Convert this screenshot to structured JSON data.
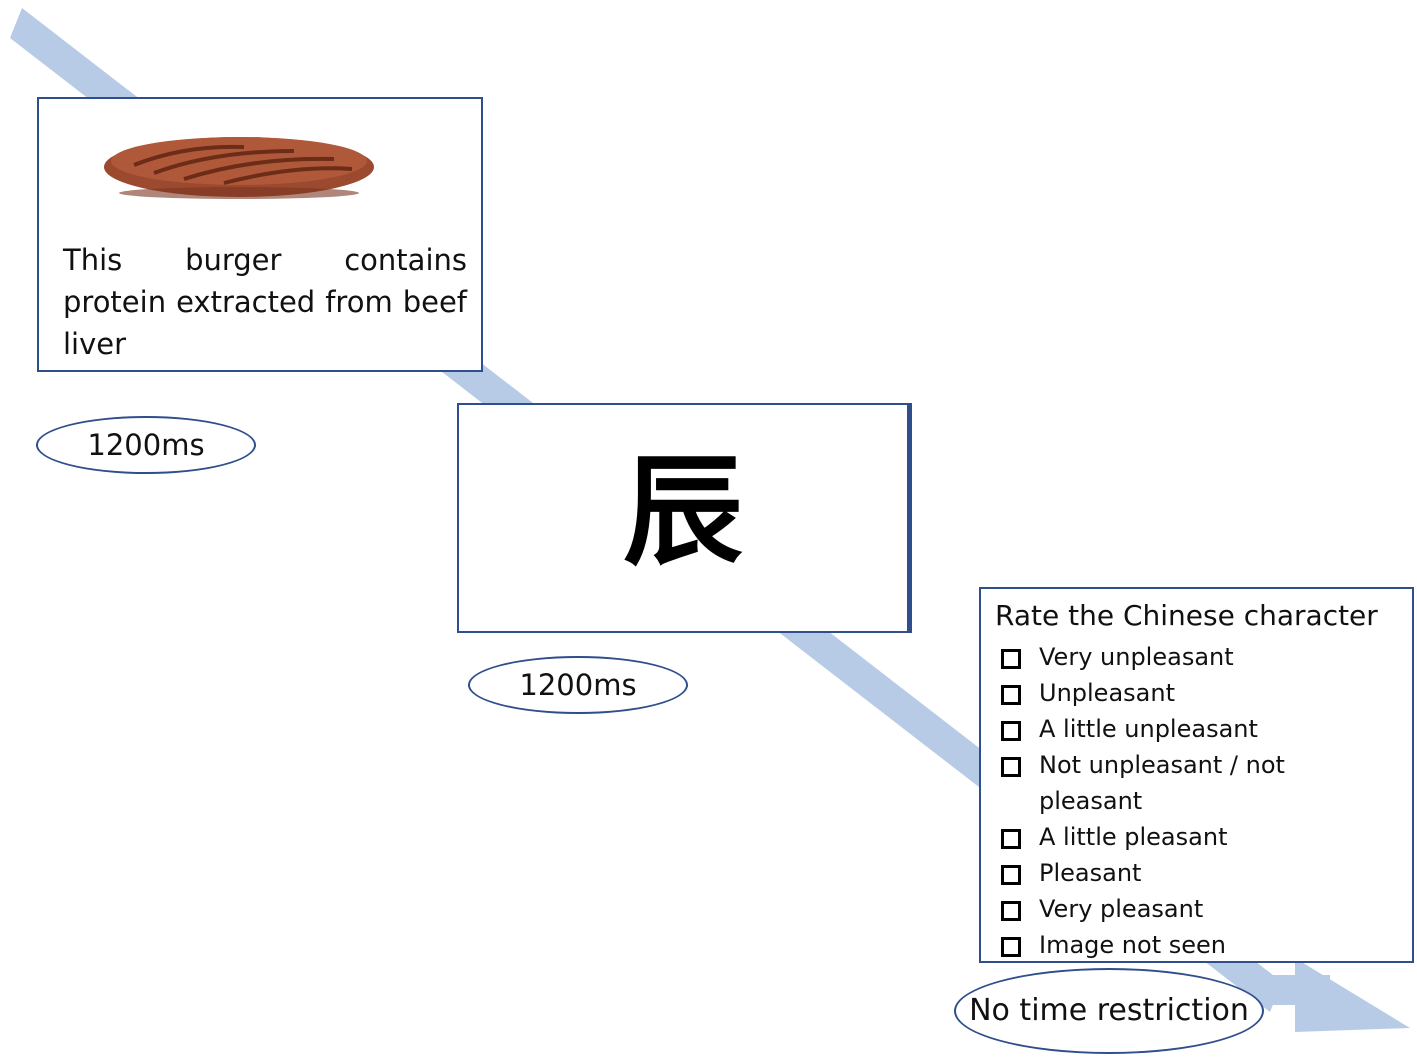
{
  "colors": {
    "arrow": "#b7cbe6",
    "border": "#2f4e8c"
  },
  "prime": {
    "image": "burger-patty-image",
    "text": "This burger contains protein extracted from beef liver"
  },
  "character": {
    "glyph": "辰"
  },
  "rating": {
    "title": "Rate the Chinese character",
    "options": [
      "Very unpleasant",
      "Unpleasant",
      "A little  unpleasant",
      "Not unpleasant / not pleasant",
      "A little  pleasant",
      "Pleasant",
      "Very pleasant",
      "Image not seen"
    ]
  },
  "timings": {
    "prime": "1200ms",
    "character": "1200ms",
    "rating": "No time restriction"
  }
}
